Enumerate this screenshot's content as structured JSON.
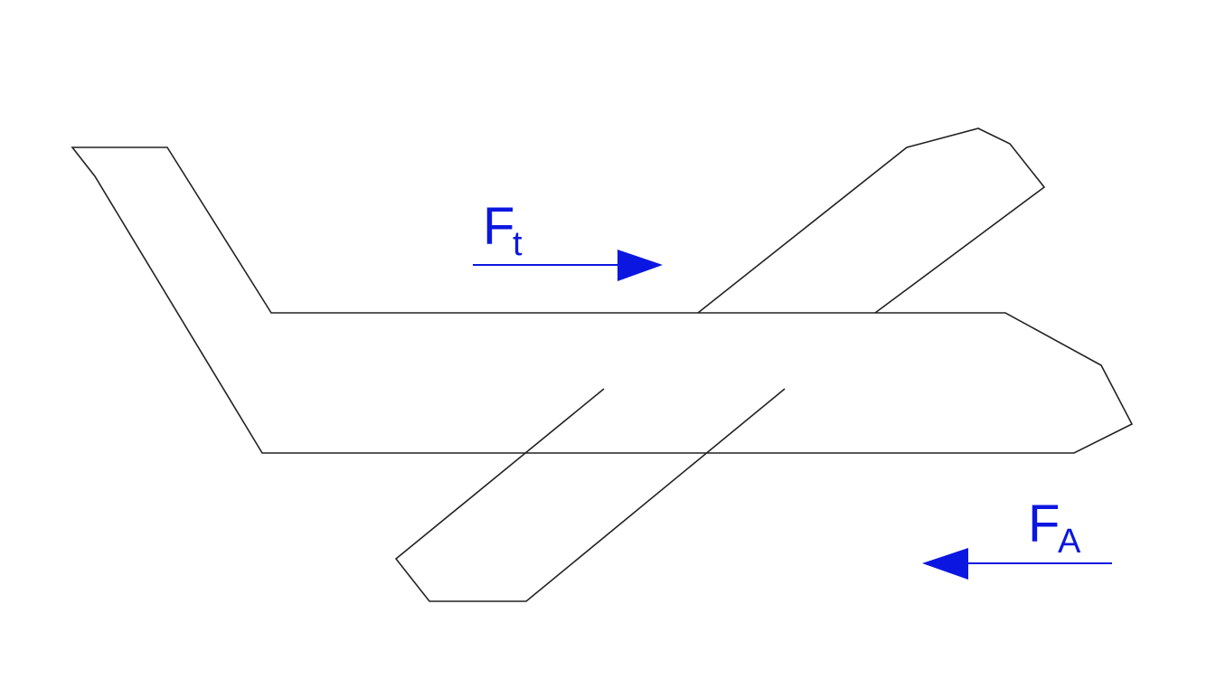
{
  "diagram": {
    "subject": "airplane",
    "forces": [
      {
        "symbol": "F",
        "subscript": "t",
        "direction": "right"
      },
      {
        "symbol": "F",
        "subscript": "A",
        "direction": "left"
      }
    ],
    "colors": {
      "outline": "#222222",
      "force": "#0b17e0"
    }
  }
}
